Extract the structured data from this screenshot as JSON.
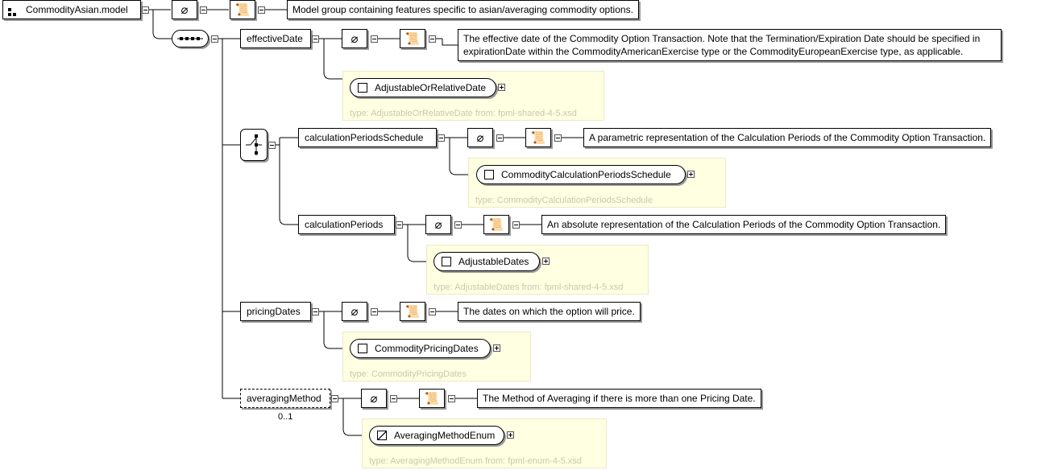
{
  "root": {
    "name": "CommodityAsian.model",
    "documentation": "Model group containing features specific to asian/averaging commodity options."
  },
  "sequence_icon": "sequence-compositor-icon",
  "choice_icon": "choice-compositor-icon",
  "elements": {
    "effectiveDate": {
      "name": "effectiveDate",
      "documentation_line1": "The effective date of the Commodity Option Transaction. Note that the Termination/Expiration Date should be specified in",
      "documentation_line2": "expirationDate within the CommodityAmericanExercise type or the CommodityEuropeanExercise type, as applicable.",
      "type_name": "AdjustableOrRelativeDate",
      "type_info": "type: AdjustableOrRelativeDate from: fpml-shared-4-5.xsd"
    },
    "calculationPeriodsSchedule": {
      "name": "calculationPeriodsSchedule",
      "documentation": "A parametric representation of the Calculation Periods of the Commodity Option Transaction.",
      "type_name": "CommodityCalculationPeriodsSchedule",
      "type_info": "type: CommodityCalculationPeriodsSchedule"
    },
    "calculationPeriods": {
      "name": "calculationPeriods",
      "documentation": "An absolute representation of the Calculation Periods of the Commodity Option Transaction.",
      "type_name": "AdjustableDates",
      "type_info": "type: AdjustableDates from: fpml-shared-4-5.xsd"
    },
    "pricingDates": {
      "name": "pricingDates",
      "documentation": "The dates on which the option will price.",
      "type_name": "CommodityPricingDates",
      "type_info": "type: CommodityPricingDates"
    },
    "averagingMethod": {
      "name": "averagingMethod",
      "cardinality": "0..1",
      "documentation": "The Method of Averaging if there is more than one Pricing Date.",
      "type_name": "AveragingMethodEnum",
      "type_info": "type: AveragingMethodEnum from: fpml-enum-4-5.xsd"
    }
  },
  "icons": {
    "annotation": "paperclip-icon",
    "documentation": "scroll-icon",
    "complex_type": "square-icon",
    "simple_type": "triangle-icon",
    "expand": "plus-icon",
    "collapse": "minus-icon"
  }
}
